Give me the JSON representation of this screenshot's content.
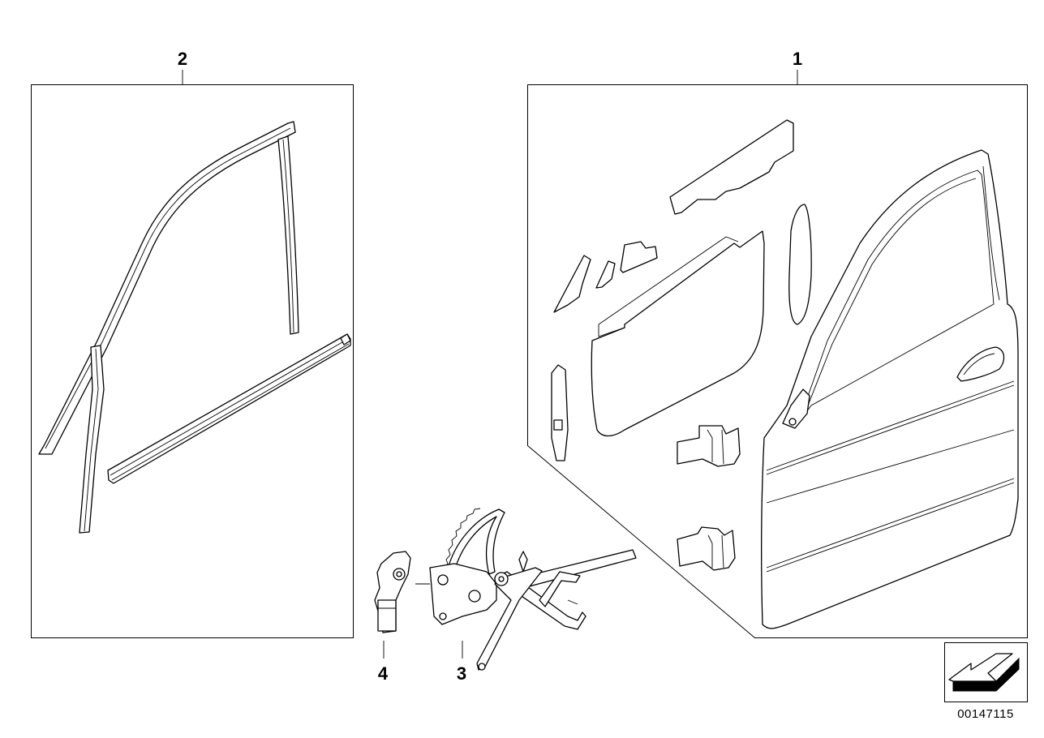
{
  "diagram": {
    "callouts": [
      {
        "id": "1",
        "label": "1"
      },
      {
        "id": "2",
        "label": "2"
      },
      {
        "id": "3",
        "label": "3"
      },
      {
        "id": "4",
        "label": "4"
      }
    ],
    "document_number": "00147115",
    "orientation_icon": "arrow-pointer-icon"
  }
}
